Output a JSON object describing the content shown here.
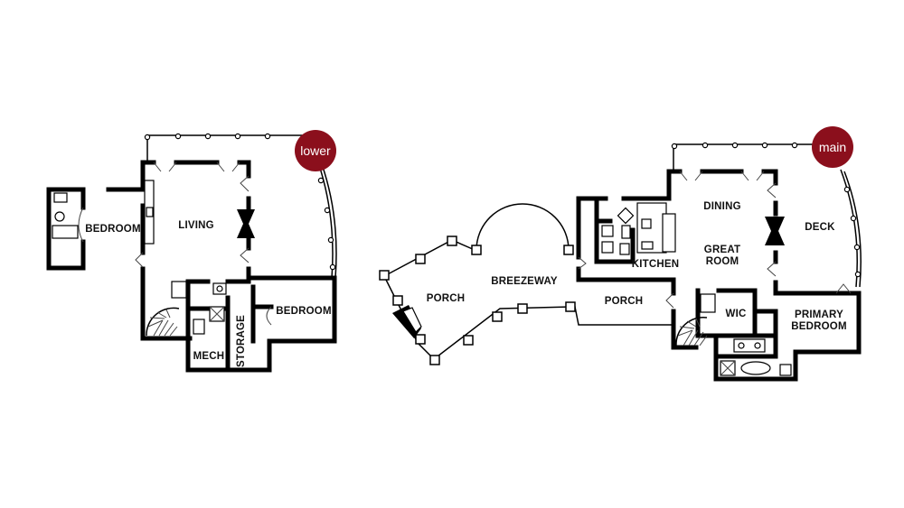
{
  "floors": {
    "lower": {
      "badge": "lower",
      "rooms": {
        "bedroom_west": "BEDROOM",
        "living": "LIVING",
        "bedroom_east": "BEDROOM",
        "mech": "MECH",
        "storage": "STORAGE"
      }
    },
    "center": {
      "rooms": {
        "porch": "PORCH",
        "breezeway": "BREEZEWAY",
        "porch_east": "PORCH"
      }
    },
    "main": {
      "badge": "main",
      "rooms": {
        "kitchen": "KITCHEN",
        "dining": "DINING",
        "great_room_line1": "GREAT",
        "great_room_line2": "ROOM",
        "deck": "DECK",
        "wic": "WIC",
        "primary_bedroom_line1": "PRIMARY",
        "primary_bedroom_line2": "BEDROOM"
      }
    }
  },
  "colors": {
    "badge": "#8b0f1c",
    "wall": "#000000",
    "background": "#ffffff"
  }
}
